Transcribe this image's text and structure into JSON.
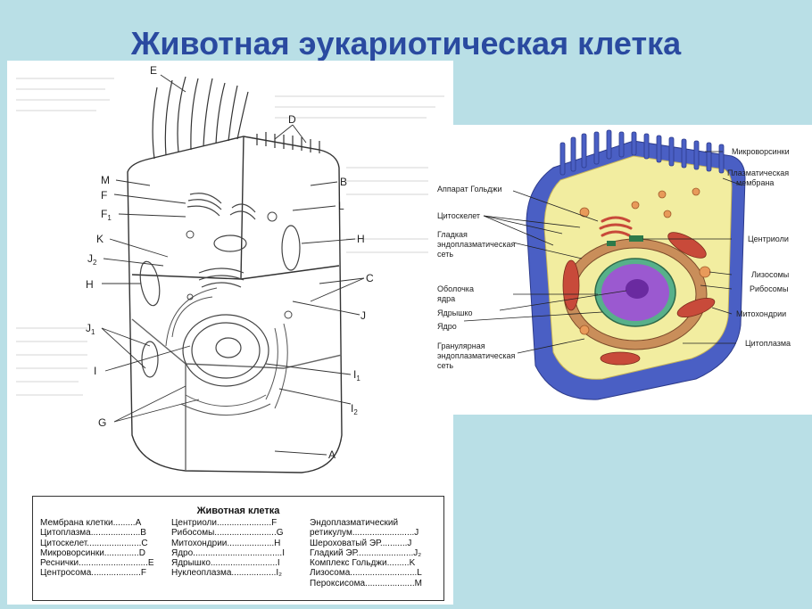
{
  "slide_title": "Животная эукариотическая клетка",
  "left_diagram": {
    "letters": {
      "E": "E",
      "D": "D",
      "M": "M",
      "F": "F",
      "F1": "F",
      "F1_sub": "1",
      "B": "B",
      "L": "L",
      "K": "K",
      "H1": "H",
      "J2": "J",
      "J2_sub": "2",
      "H2": "H",
      "C": "C",
      "J": "J",
      "J1": "J",
      "J1_sub": "1",
      "I": "I",
      "I1": "I",
      "I1_sub": "1",
      "I2": "I",
      "I2_sub": "2",
      "G": "G",
      "A": "A"
    },
    "legend": {
      "title": "Животная клетка",
      "col1": [
        "Мембрана клетки.........A",
        "Цитоплазма....................B",
        "Цитоскелет......................C",
        "Микроворсинки..............D",
        "Реснички............................E",
        "Центросома....................F"
      ],
      "col2": [
        "Центриоли......................F",
        "Рибосомы.........................G",
        "Митохондрии...................H",
        "Ядро....................................I",
        "Ядрышко...........................I",
        "Нуклеоплазма..................I₂"
      ],
      "col3": [
        "Эндоплазматический",
        "ретикулум.........................J",
        "Шероховатый ЭР...........J",
        "Гладкий ЭР.......................J₂",
        "Комплекс Гольджи.........K",
        "Лизосома...........................L",
        "Пероксисома....................M"
      ]
    }
  },
  "right_diagram": {
    "labels_left": [
      "Аппарат Гольджи",
      "Цитоскелет",
      "Гладкая",
      "эндоплазматическая",
      "сеть",
      "Оболочка",
      "ядра",
      "Ядрышко",
      "Ядро",
      "Гранулярная",
      "эндоплазматическая",
      "сеть"
    ],
    "labels_right": [
      "Микроворсинки",
      "Плазматическая",
      "мембрана",
      "Центриоли",
      "Лизосомы",
      "Рибосомы",
      "Митохондрии",
      "Цитоплазма"
    ],
    "colors": {
      "membrane": "#4a5fc4",
      "cytoplasm": "#f2eda0",
      "nucleus": "#9b59d0",
      "mitochondria": "#c84a3a"
    }
  }
}
